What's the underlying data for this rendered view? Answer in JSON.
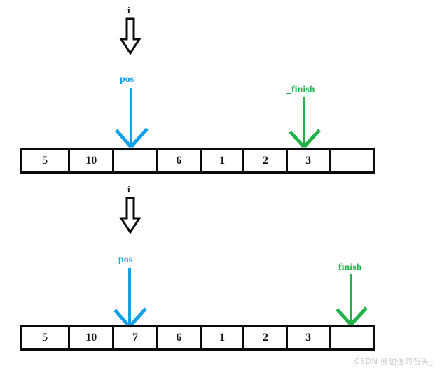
{
  "diagram": {
    "title_hidden": "",
    "colors": {
      "outline": "#0a0a0a",
      "pos_blue": "#12a0e8",
      "finish_green": "#22b24c",
      "cell_text": "#111111",
      "watermark": "#c9c9c9",
      "background": "#ffffff"
    },
    "panels": [
      {
        "id": "before",
        "index_label": "i",
        "pos_label": "pos",
        "finish_label": "_finish",
        "cells": [
          {
            "value": "5"
          },
          {
            "value": "10"
          },
          {
            "value": ""
          },
          {
            "value": "6"
          },
          {
            "value": "1"
          },
          {
            "value": "2"
          },
          {
            "value": "3"
          },
          {
            "value": ""
          }
        ],
        "pos_target_index": 2,
        "finish_target_index": 6
      },
      {
        "id": "after",
        "index_label": "i",
        "pos_label": "pos",
        "finish_label": "_finish",
        "cells": [
          {
            "value": "5"
          },
          {
            "value": "10"
          },
          {
            "value": "7"
          },
          {
            "value": "6"
          },
          {
            "value": "1"
          },
          {
            "value": "2"
          },
          {
            "value": "3"
          },
          {
            "value": ""
          }
        ],
        "pos_target_index": 2,
        "finish_target_index": 7
      }
    ],
    "watermark": "CSDN @倔强的石头_"
  }
}
